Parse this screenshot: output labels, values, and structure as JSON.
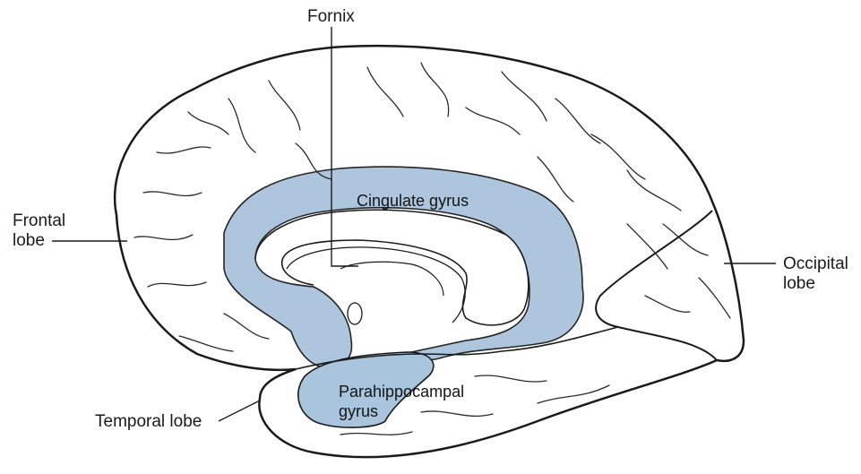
{
  "labels": {
    "fornix": "Fornix",
    "frontal_lobe": [
      "Frontal",
      "lobe"
    ],
    "occipital_lobe": [
      "Occipital",
      "lobe"
    ],
    "temporal_lobe": "Temporal lobe",
    "cingulate_gyrus": "Cingulate gyrus",
    "parahippocampal_gyrus": [
      "Parahippocampal",
      "gyrus"
    ]
  },
  "colors": {
    "limbic_fill": "#a9c4dd",
    "outline": "#1a1a1a",
    "background": "#ffffff"
  }
}
